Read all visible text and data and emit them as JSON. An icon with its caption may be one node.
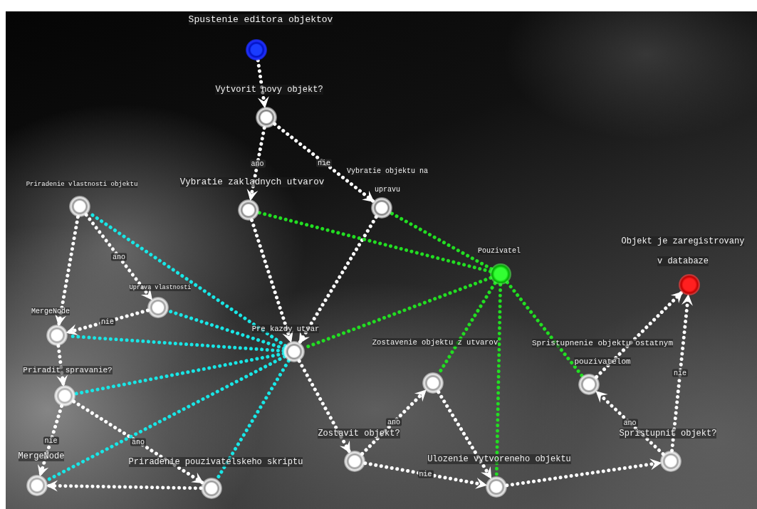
{
  "diagram": {
    "nodes": [
      {
        "text": [],
        "shape": "circle",
        "beside": [
          "Spustenie editora objektov"
        ]
      },
      {
        "text": [],
        "shape": "circle",
        "beside": [
          "Vytvorit novy objekt?"
        ]
      },
      {
        "text": [],
        "shape": "circle",
        "beside": [
          "Vybratie zakladnych utvarov"
        ]
      },
      {
        "text": [],
        "shape": "circle",
        "beside": [
          "Vybratie objektu na upravu"
        ]
      },
      {
        "text": [],
        "shape": "circle",
        "beside": [
          "Priradenie vlastnosti objektu"
        ]
      },
      {
        "text": [],
        "shape": "circle",
        "beside": [
          "Uprava vlastnosti"
        ]
      },
      {
        "text": [],
        "shape": "circle",
        "beside": [
          "MergeNode"
        ]
      },
      {
        "text": [],
        "shape": "circle",
        "beside": [
          "Pre kazdy utvar"
        ]
      },
      {
        "text": [],
        "shape": "circle",
        "beside": [
          "Pouzivatel"
        ]
      },
      {
        "text": [],
        "shape": "circle",
        "beside": [
          "Objekt je zaregistrovany v databaze"
        ]
      },
      {
        "text": [],
        "shape": "circle",
        "beside": [
          "Priradit spravanie?"
        ]
      },
      {
        "text": [],
        "shape": "circle",
        "beside": [
          "MergeNode"
        ]
      },
      {
        "text": [],
        "shape": "circle",
        "beside": [
          "Priradenie pouzivatelskeho skriptu"
        ]
      },
      {
        "text": [],
        "shape": "circle",
        "beside": [
          "Zostavenie objektu z utvarov"
        ]
      },
      {
        "text": [],
        "shape": "circle",
        "beside": [
          "Spristupnenie objektu ostatnym pouzivatelom"
        ]
      },
      {
        "text": [],
        "shape": "circle",
        "beside": [
          "Zostavit objekt?"
        ]
      },
      {
        "text": [],
        "shape": "circle",
        "beside": [
          "Ulozenie vytvoreneho objektu"
        ]
      },
      {
        "text": [],
        "shape": "circle",
        "beside": [
          "Spristupnit objekt?"
        ]
      }
    ],
    "edges": [
      {
        "from": 0,
        "to": 1,
        "arrow": "to"
      },
      {
        "from": 1,
        "to": 2,
        "arrow": "to",
        "label": "ano"
      },
      {
        "from": 1,
        "to": 3,
        "arrow": "to",
        "label": "nie"
      },
      {
        "from": 2,
        "to": 7,
        "arrow": "to"
      },
      {
        "from": 3,
        "to": 7,
        "arrow": "to"
      },
      {
        "from": 4,
        "to": 6,
        "arrow": "to"
      },
      {
        "from": 4,
        "to": 5,
        "arrow": "to",
        "label": "ano"
      },
      {
        "from": 5,
        "to": 6,
        "arrow": "to",
        "label": "nie"
      },
      {
        "from": 6,
        "to": 10,
        "arrow": "to"
      },
      {
        "from": 10,
        "to": 11,
        "arrow": "to",
        "label": "nie"
      },
      {
        "from": 10,
        "to": 12,
        "arrow": "to",
        "label": "ano"
      },
      {
        "from": 12,
        "to": 11,
        "arrow": "to"
      },
      {
        "from": 7,
        "to": 15,
        "arrow": "to"
      },
      {
        "from": 15,
        "to": 13,
        "arrow": "to",
        "label": "ano"
      },
      {
        "from": 15,
        "to": 16,
        "arrow": "to",
        "label": "nie"
      },
      {
        "from": 13,
        "to": 16,
        "arrow": "to"
      },
      {
        "from": 16,
        "to": 17,
        "arrow": "to"
      },
      {
        "from": 17,
        "to": 14,
        "arrow": "to",
        "label": "ano"
      },
      {
        "from": 14,
        "to": 9,
        "arrow": "to"
      },
      {
        "from": 17,
        "to": 9,
        "arrow": "to",
        "label": "nie"
      },
      {
        "from": 7,
        "to": 4,
        "arrow": "none",
        "color": "#19e6e6"
      },
      {
        "from": 7,
        "to": 5,
        "arrow": "none",
        "color": "#19e6e6"
      },
      {
        "from": 7,
        "to": 6,
        "arrow": "none",
        "color": "#19e6e6"
      },
      {
        "from": 7,
        "to": 10,
        "arrow": "none",
        "color": "#19e6e6"
      },
      {
        "from": 7,
        "to": 11,
        "arrow": "none",
        "color": "#19e6e6"
      },
      {
        "from": 7,
        "to": 12,
        "arrow": "none",
        "color": "#19e6e6"
      },
      {
        "from": 8,
        "to": 2,
        "arrow": "none",
        "color": "#22dd22"
      },
      {
        "from": 8,
        "to": 3,
        "arrow": "none",
        "color": "#22dd22"
      },
      {
        "from": 8,
        "to": 7,
        "arrow": "none",
        "color": "#22dd22"
      },
      {
        "from": 8,
        "to": 13,
        "arrow": "none",
        "color": "#22dd22"
      },
      {
        "from": 8,
        "to": 16,
        "arrow": "none",
        "color": "#22dd22"
      },
      {
        "from": 8,
        "to": 14,
        "arrow": "none",
        "color": "#22dd22"
      }
    ]
  }
}
